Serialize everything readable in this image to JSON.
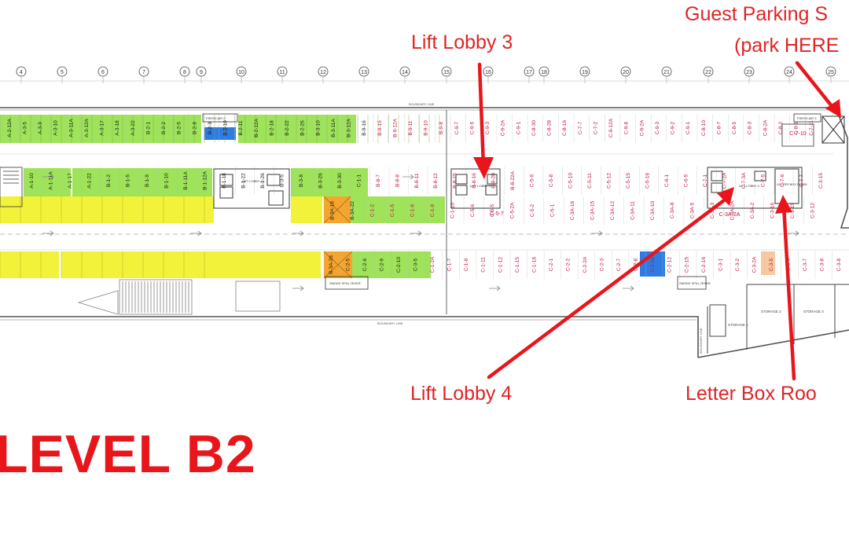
{
  "title": "LEVEL B2",
  "callouts": {
    "lift_lobby_3": "Lift Lobby 3",
    "lift_lobby_4": "Lift Lobby 4",
    "guest_parking_line1": "Guest Parking S",
    "guest_parking_line2": "(park HERE",
    "letter_box_room": "Letter Box Roo"
  },
  "gridlines": [
    "4",
    "5",
    "6",
    "7",
    "8",
    "9",
    "10",
    "11",
    "12",
    "13",
    "14",
    "15",
    "16",
    "17",
    "18",
    "19",
    "20",
    "21",
    "22",
    "23",
    "24",
    "25"
  ],
  "plan_labels": {
    "boundary_line_top": "BOUNDARY LINE",
    "boundary_line_bottom": "BOUNDARY LINE",
    "boundary_line_side": "BOUNDARY LINE",
    "fresh_air_2": "FRESH AIR 2",
    "fresh_air_3": "FRESH AIR 3",
    "smoke_spill_riser_1": "SMOKE SPILL RISER",
    "smoke_spill_riser_2": "SMOKE SPILL RISER",
    "lift_lobby_2": "LIFT LOBBY 2",
    "lift_lobby_3": "LIFT LOBBY 3",
    "lift_lobby_4": "LIFT LOBBY 4",
    "letter_box_room": "LETTER BOX ROOM",
    "storage_1": "STORAGE 1",
    "storage_2": "STORAGE 2",
    "storage_3": "STORAGE 3"
  },
  "parking": {
    "top_row": [
      "A-2-12A",
      "A-3-5",
      "A-3-9",
      "A-3-10",
      "A-3-11A",
      "A-3-12A",
      "A-3-17",
      "A-3-18",
      "A-3-22",
      "B-2-1",
      "B-2-2",
      "B-2-5",
      "B-2-8",
      "B-2-9",
      "B-2-10",
      "B-2-11",
      "B-2-12A",
      "B-2-18",
      "B-2-22",
      "B-2-26",
      "B-3-10",
      "B-3-11A",
      "B-3-12A",
      "B-9-16",
      "B-9-15",
      "B-9-12A",
      "B-9-11",
      "B-9-10",
      "B-9-8",
      "C-9-7",
      "C-9-5",
      "C-9-3",
      "C-9-2A",
      "C-9-1",
      "C-8-30",
      "C-8-28",
      "C-8-16",
      "C-7-7",
      "C-7-2",
      "C-9-12A",
      "C-9-8",
      "C-9-2A",
      "C-9-3",
      "C-9-2",
      "C-9-1",
      "C-8-10",
      "C-8-7",
      "C-8-5",
      "C-8-3",
      "C-8-2A",
      "C-8-2",
      "C-8-1",
      "C-7-11"
    ],
    "mid_row": [
      "A-1-10",
      "A-1-11A",
      "A-1-17",
      "A-1-22",
      "B-1-2",
      "B-1-5",
      "B-1-9",
      "B-1-10",
      "B-1-11A",
      "B-1-12A",
      "B-1-18",
      "B-1-22",
      "B-1-26",
      "B-3-5",
      "B-3-8",
      "B-3-26",
      "B-3-30",
      "C-1-1",
      "B-8-7",
      "B-8-8",
      "B-8-11",
      "B-8-12",
      "B-8-15",
      "B-8-16",
      "B-8-20",
      "B-8-22A",
      "C-5-6",
      "C-5-8",
      "C-5-10",
      "C-5-11",
      "C-5-12",
      "C-5-15",
      "C-5-16",
      "C-6-1",
      "C-6-5",
      "C-7-1",
      "C-7-2A",
      "C-7-3A",
      "C-7-5",
      "C-7-6",
      "C-7-7",
      "C-3-15"
    ],
    "mid_row_lower": [
      "B-3A-18",
      "B-3A-22",
      "C-1-2",
      "C-1-5",
      "C-1-6",
      "C-1-9",
      "C-1-10",
      "C-5-6",
      "C-5-5",
      "C-5-2A",
      "C-5-2",
      "C-5-1",
      "C-3A-16",
      "C-3A-15",
      "C-3A-12",
      "C-3A-11",
      "C-3A-10",
      "C-3A-8",
      "C-3A-5",
      "C-3A-3",
      "C-3A-2A",
      "C-3A-2",
      "C-3-16",
      "C-3-15",
      "C-3-12"
    ],
    "lobby_3_bay": "C-5-7",
    "lobby_4_bay": "C-3A-2A",
    "fresh_air_bay": "C-7-10",
    "bottom_row": [
      "B-3A-26",
      "C-2-5",
      "C-2-6",
      "C-2-9",
      "C-2-10",
      "C-3-5",
      "C-1-2A",
      "C-1-7",
      "C-1-8",
      "C-1-11",
      "C-1-12",
      "C-1-15",
      "C-1-16",
      "C-2-1",
      "C-2-2",
      "C-2-2A",
      "C-2-3",
      "C-2-7",
      "C-2-8",
      "C-2-11",
      "C-2-12",
      "C-2-15",
      "C-2-16",
      "C-3-1",
      "C-3-2",
      "C-3-2A",
      "C-3-5",
      "C-3-6",
      "C-3-7",
      "C-3-8",
      "C-3-8"
    ]
  },
  "colors": {
    "callout_red": "#e02424",
    "title_red": "#e8161b",
    "green_bay": "#9ee35a",
    "yellow_bay": "#f2f23a",
    "orange_bay": "#f5a52d",
    "blue_bay": "#2e7be3",
    "peach_bay": "#f7c9a0",
    "bay_text_red": "#c0143c"
  }
}
